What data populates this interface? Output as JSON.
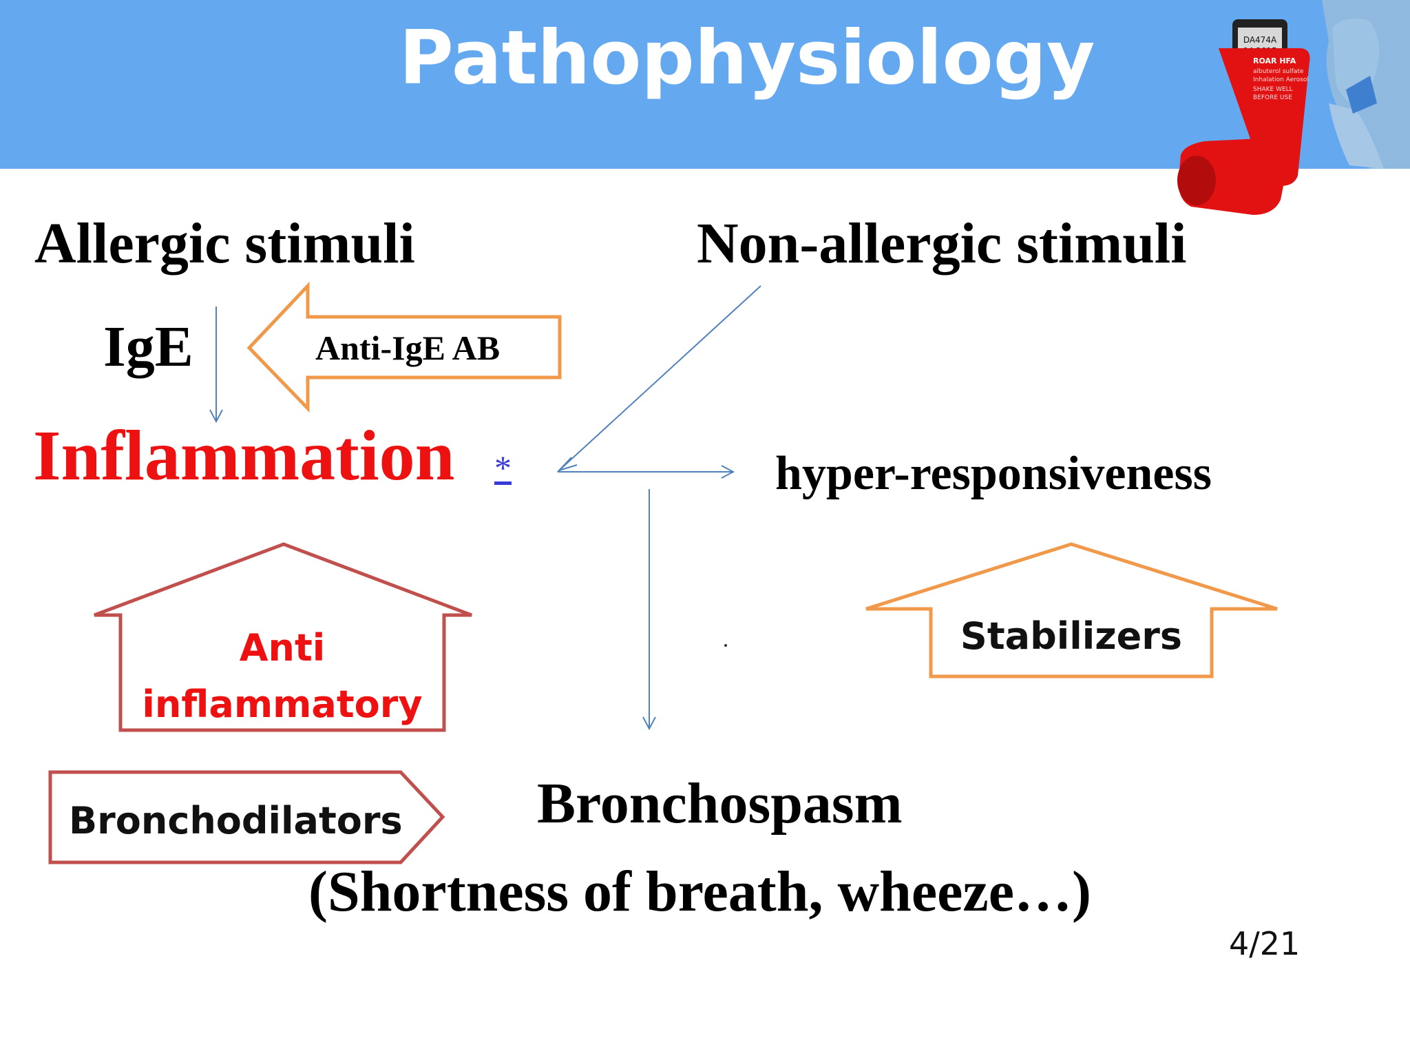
{
  "header": {
    "title": "Pathophysiology",
    "bg_color": "#64a9ef"
  },
  "inhaler_photo": {
    "label_lines": [
      "DA474A",
      "04.2015",
      "ROAR HFA",
      "albuterol sulfate",
      "Inhalation Aerosol",
      "SHAKE WELL",
      "BEFORE USE"
    ]
  },
  "labels": {
    "allergic": "Allergic stimuli",
    "non_allergic": "Non-allergic stimuli",
    "ige": "IgE",
    "inflammation": "Inflammation",
    "asterisk": "*",
    "hyper": "hyper-responsiveness",
    "bronchospasm": "Bronchospasm",
    "symptoms": "(Shortness of breath, wheeze…)"
  },
  "drugs": {
    "anti_ige": "Anti-IgE AB",
    "anti_inflammatory_line1": "Anti",
    "anti_inflammatory_line2": "inflammatory",
    "stabilizers": "Stabilizers",
    "bronchodilators": "Bronchodilators"
  },
  "colors": {
    "orange": "#f0994a",
    "red_outline": "#c0504d",
    "red_text": "#ee1111",
    "arrow_blue": "#4f81bd"
  },
  "page": "4/21"
}
